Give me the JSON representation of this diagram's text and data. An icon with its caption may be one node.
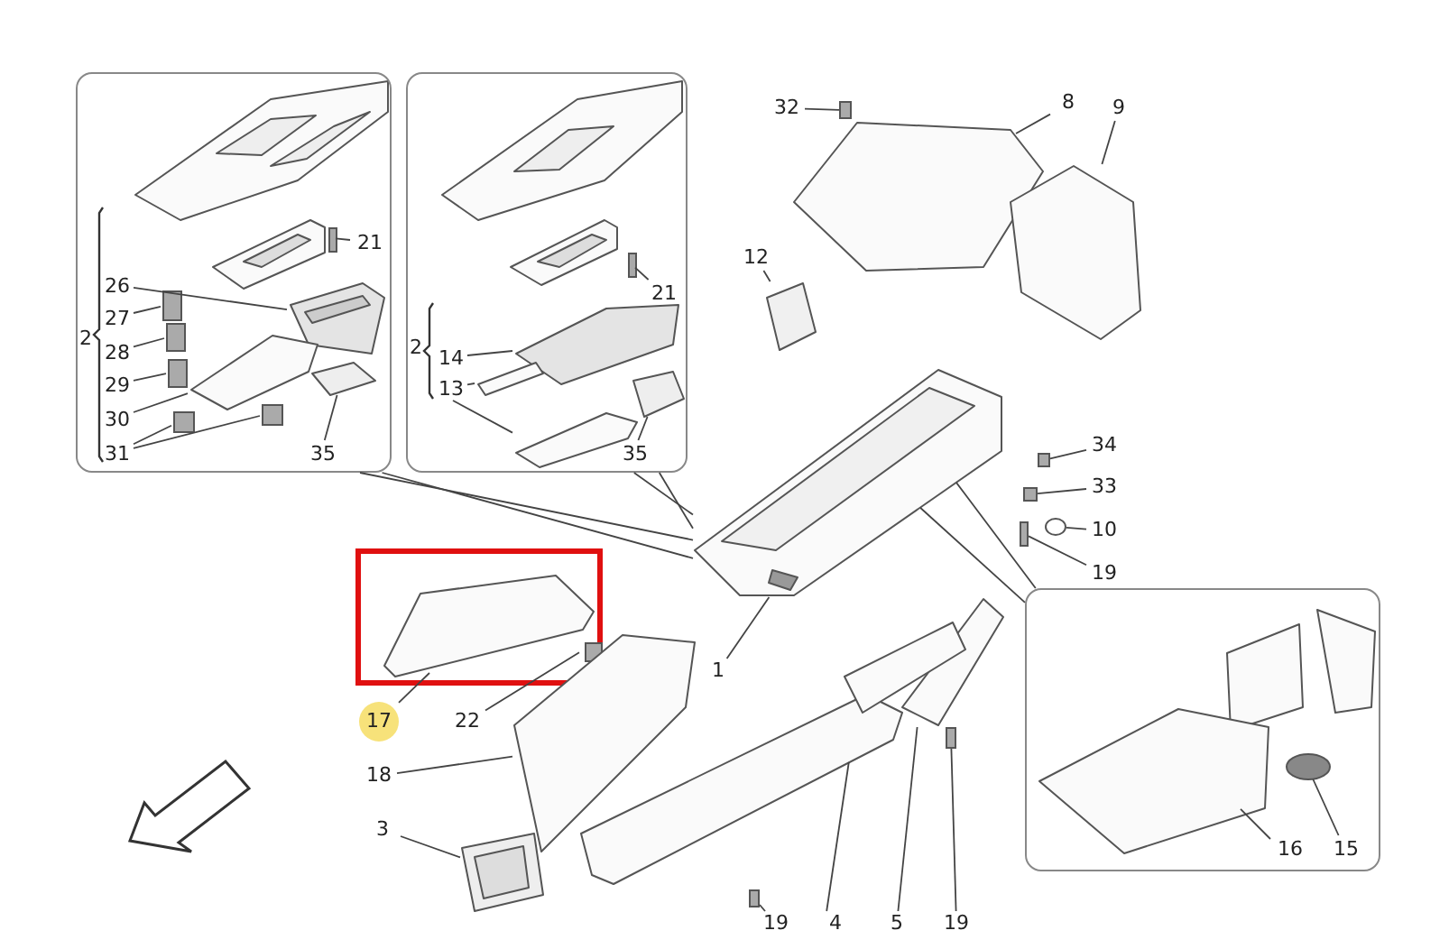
{
  "diagram": {
    "nodes": [
      {
        "text": [],
        "shape": "box"
      },
      {
        "text": [
          "21"
        ],
        "in": 0
      },
      {
        "text": [
          "26"
        ],
        "in": 0
      },
      {
        "text": [
          "27"
        ],
        "in": 0
      },
      {
        "text": [
          "28"
        ],
        "in": 0
      },
      {
        "text": [
          "29"
        ],
        "in": 0
      },
      {
        "text": [
          "30"
        ],
        "in": 0
      },
      {
        "text": [
          "31"
        ],
        "in": 0
      },
      {
        "text": [
          "35"
        ],
        "in": 0
      },
      {
        "text": [],
        "shape": "box",
        "in": 0
      },
      {
        "text": [],
        "shape": "picture",
        "in": 0
      },
      {
        "text": [],
        "shape": "box",
        "in": 0
      },
      {
        "text": [],
        "shape": "box",
        "in": 0
      },
      {
        "text": [],
        "shape": "box",
        "in": 0
      },
      {
        "text": [],
        "shape": "picture",
        "in": 0
      },
      {
        "text": [],
        "shape": "box",
        "in": 0
      },
      {
        "text": [],
        "shape": "box",
        "in": 0
      },
      {
        "text": [],
        "shape": "picture",
        "in": 0
      },
      {
        "text": [],
        "shape": "box"
      },
      {
        "text": [
          "21"
        ],
        "in": 18
      },
      {
        "text": [
          "14"
        ],
        "in": 18
      },
      {
        "text": [
          "13"
        ],
        "in": 18
      },
      {
        "text": [
          "35"
        ],
        "in": 18
      },
      {
        "text": [],
        "shape": "box",
        "in": 18
      },
      {
        "text": [],
        "shape": "picture",
        "in": 18
      },
      {
        "text": [],
        "shape": "picture",
        "in": 18
      },
      {
        "text": [],
        "shape": "picture",
        "in": 18
      },
      {
        "text": [],
        "shape": "picture",
        "in": 18
      },
      {
        "text": [
          "32"
        ]
      },
      {
        "text": [
          "8"
        ]
      },
      {
        "text": [
          "9"
        ]
      },
      {
        "text": [
          "12"
        ]
      },
      {
        "text": [
          "34"
        ]
      },
      {
        "text": [
          "33"
        ]
      },
      {
        "text": [
          "10"
        ]
      },
      {
        "text": [
          "19"
        ]
      },
      {
        "text": [],
        "shape": "box"
      },
      {
        "text": [],
        "shape": "picture"
      },
      {
        "text": [],
        "shape": "picture"
      },
      {
        "text": [],
        "shape": "picture"
      },
      {
        "text": [],
        "shape": "picture"
      },
      {
        "text": [],
        "shape": "box"
      },
      {
        "text": [],
        "shape": "box"
      },
      {
        "text": [],
        "shape": "circle"
      },
      {
        "text": [],
        "shape": "box"
      },
      {
        "text": [],
        "shape": "box"
      },
      {
        "text": [],
        "shape": "picture",
        "in": 45
      },
      {
        "text": [],
        "shape": "box",
        "in": 45
      },
      {
        "text": [
          "17"
        ]
      },
      {
        "text": [
          "22"
        ]
      },
      {
        "text": [
          "1"
        ]
      },
      {
        "text": [
          "18"
        ]
      },
      {
        "text": [
          "3"
        ]
      },
      {
        "text": [
          "4"
        ]
      },
      {
        "text": [
          "5"
        ]
      },
      {
        "text": [
          "19"
        ]
      },
      {
        "text": [
          "19"
        ]
      },
      {
        "text": [],
        "shape": "picture"
      },
      {
        "text": [],
        "shape": "picture"
      },
      {
        "text": [],
        "shape": "picture"
      },
      {
        "text": [],
        "shape": "picture"
      },
      {
        "text": [],
        "shape": "box"
      },
      {
        "text": [],
        "shape": "box"
      },
      {
        "text": [],
        "shape": "box"
      },
      {
        "text": [
          "16"
        ],
        "in": 63
      },
      {
        "text": [
          "15"
        ],
        "in": 63
      },
      {
        "text": [],
        "shape": "picture",
        "in": 63
      },
      {
        "text": [],
        "shape": "picture",
        "in": 63
      }
    ],
    "edges": [
      {
        "from": 1,
        "to": 9,
        "arrow": "none"
      },
      {
        "from": 2,
        "to": 10,
        "arrow": "none"
      },
      {
        "from": 3,
        "to": 11,
        "arrow": "none"
      },
      {
        "from": 4,
        "to": 12,
        "arrow": "none"
      },
      {
        "from": 5,
        "to": 13,
        "arrow": "none"
      },
      {
        "from": 6,
        "to": 14,
        "arrow": "none"
      },
      {
        "from": 7,
        "to": 15,
        "arrow": "none"
      },
      {
        "from": 7,
        "to": 16,
        "arrow": "none"
      },
      {
        "from": 8,
        "to": 17,
        "arrow": "none"
      },
      {
        "from": 19,
        "to": 23,
        "arrow": "none"
      },
      {
        "from": 20,
        "to": 24,
        "arrow": "none"
      },
      {
        "from": 21,
        "to": 25,
        "arrow": "none"
      },
      {
        "from": 21,
        "to": 26,
        "arrow": "none"
      },
      {
        "from": 22,
        "to": 27,
        "arrow": "none"
      },
      {
        "from": 28,
        "to": 36,
        "arrow": "none"
      },
      {
        "from": 29,
        "to": 37,
        "arrow": "none"
      },
      {
        "from": 30,
        "to": 38,
        "arrow": "none"
      },
      {
        "from": 31,
        "to": 39,
        "arrow": "none"
      },
      {
        "from": 32,
        "to": 41,
        "arrow": "none"
      },
      {
        "from": 33,
        "to": 42,
        "arrow": "none"
      },
      {
        "from": 34,
        "to": 43,
        "arrow": "none"
      },
      {
        "from": 35,
        "to": 44,
        "arrow": "none"
      },
      {
        "from": 48,
        "to": 46,
        "arrow": "none"
      },
      {
        "from": 49,
        "to": 47,
        "arrow": "none"
      },
      {
        "from": 50,
        "to": 40,
        "arrow": "none"
      },
      {
        "from": 51,
        "to": 57,
        "arrow": "none"
      },
      {
        "from": 52,
        "to": 58,
        "arrow": "none"
      },
      {
        "from": 53,
        "to": 59,
        "arrow": "none"
      },
      {
        "from": 54,
        "to": 60,
        "arrow": "none"
      },
      {
        "from": 55,
        "to": 61,
        "arrow": "none"
      },
      {
        "from": 56,
        "to": 62,
        "arrow": "none"
      },
      {
        "from": 64,
        "to": 66,
        "arrow": "none"
      },
      {
        "from": 65,
        "to": 67,
        "arrow": "none"
      },
      {
        "from": 0,
        "to": 40,
        "arrow": "none"
      },
      {
        "from": 0,
        "to": 40,
        "arrow": "none"
      },
      {
        "from": 18,
        "to": 40,
        "arrow": "none"
      },
      {
        "from": 18,
        "to": 40,
        "arrow": "none"
      },
      {
        "from": 63,
        "to": 40,
        "arrow": "none"
      },
      {
        "from": 63,
        "to": 40,
        "arrow": "none"
      }
    ],
    "labels": [
      "2",
      "2"
    ]
  }
}
